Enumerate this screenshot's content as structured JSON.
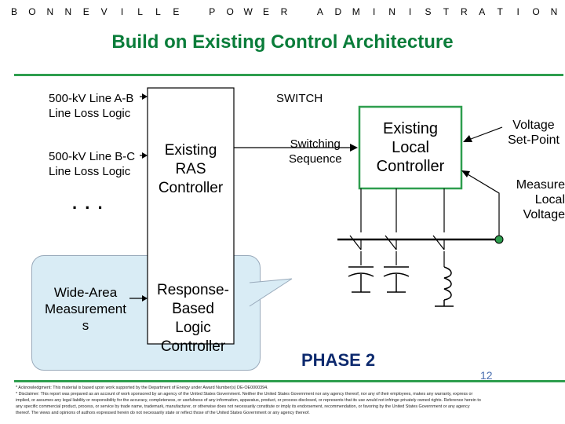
{
  "header": {
    "letters": [
      "B",
      "O",
      "N",
      "N",
      "E",
      "V",
      "I",
      "L",
      "L",
      "E",
      "P",
      "O",
      "W",
      "E",
      "R",
      "A",
      "D",
      "M",
      "I",
      "N",
      "I",
      "S",
      "T",
      "R",
      "A",
      "T",
      "I",
      "O",
      "N"
    ]
  },
  "title": "Build on Existing Control Architecture",
  "inputs": {
    "line_ab": [
      "500-kV Line A-B",
      "Line Loss Logic"
    ],
    "line_bc": [
      "500-kV Line B-C",
      "Line Loss Logic"
    ],
    "ellipsis": ". . .",
    "wide_area": [
      "Wide-Area",
      "Measurement",
      "s"
    ]
  },
  "ras": [
    "Existing",
    "RAS",
    "Controller"
  ],
  "switch_label": "SWITCH",
  "switching_sequence": [
    "Switching",
    "Sequence"
  ],
  "local_controller": [
    "Existing",
    "Local",
    "Controller"
  ],
  "voltage_setpoint": [
    "Voltage",
    "Set-Point"
  ],
  "measure_voltage": [
    "Measure",
    "Local",
    "Voltage"
  ],
  "response_logic": [
    "Response-",
    "Based",
    "Logic",
    "Controller"
  ],
  "phase": "PHASE 2",
  "page_number": "12",
  "footnotes": [
    "* Acknowledgment: This material is based upon work supported by the Department of Energy under Award Number(s) DE-OE0000394.",
    "* Disclaimer: This report was prepared as an account of work sponsored by an agency of the United States Government. Neither the United States Government nor any agency thereof, nor any of their employees, makes any warranty, express or",
    "implied, or assumes any legal liability or responsibility for the accuracy, completeness, or usefulness of any information, apparatus, product, or process disclosed, or represents that its use would not infringe privately owned rights. Reference herein to",
    "any specific commercial product, process, or service by trade name, trademark, manufacturer, or otherwise does not necessarily constitute or imply its endorsement, recommendation, or favoring by the United States Government or any agency",
    "thereof. The views and opinions of authors expressed herein do not necessarily state or reflect those of the United States Government or any agency thereof."
  ]
}
